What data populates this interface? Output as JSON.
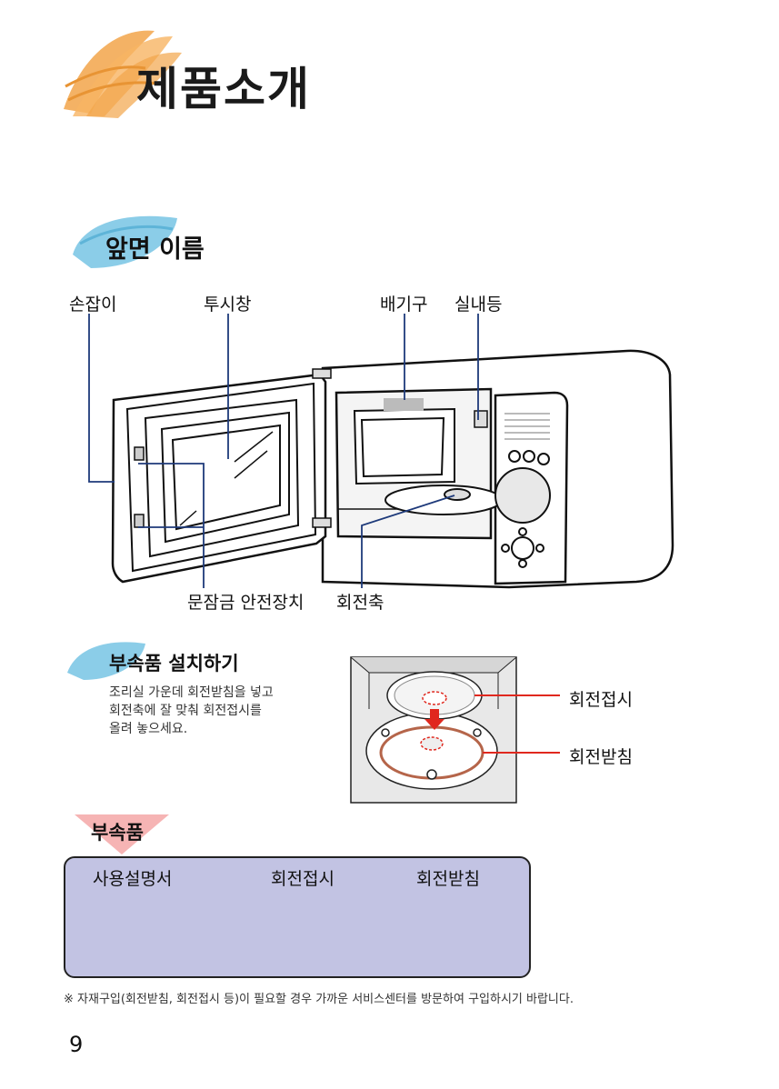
{
  "page": {
    "title": "제품소개",
    "page_number": "9",
    "footnote": "※ 자재구입(회전받침, 회전접시 등)이 필요할 경우 가까운 서비스센터를 방문하여 구입하시기 바랍니다."
  },
  "front_names": {
    "heading": "앞면 이름",
    "labels": {
      "handle": "손잡이",
      "window": "투시창",
      "vent": "배기구",
      "lamp": "실내등",
      "door_lock": "문잠금 안전장치",
      "shaft": "회전축"
    }
  },
  "install": {
    "heading": "부속품 설치하기",
    "description_lines": [
      "조리실 가운데 회전받침을 넣고",
      "회전축에 잘 맞춰 회전접시를",
      "올려 놓으세요."
    ],
    "labels": {
      "plate": "회전접시",
      "ring": "회전받침"
    }
  },
  "accessories": {
    "heading": "부속품",
    "items": [
      {
        "label": "사용설명서",
        "icon": "manual-icon"
      },
      {
        "label": "회전접시",
        "icon": "turntable-plate-icon"
      },
      {
        "label": "회전받침",
        "icon": "roller-ring-icon"
      }
    ]
  },
  "colors": {
    "title_brush": "#f2a54a",
    "section_brush": "#7ec8e6",
    "accessory_box": "#c2c3e3",
    "triangle": "#f6b4b4",
    "callout_line": "#1e3a7a",
    "red_line": "#e0281e",
    "ring_brown": "#b5654a"
  }
}
